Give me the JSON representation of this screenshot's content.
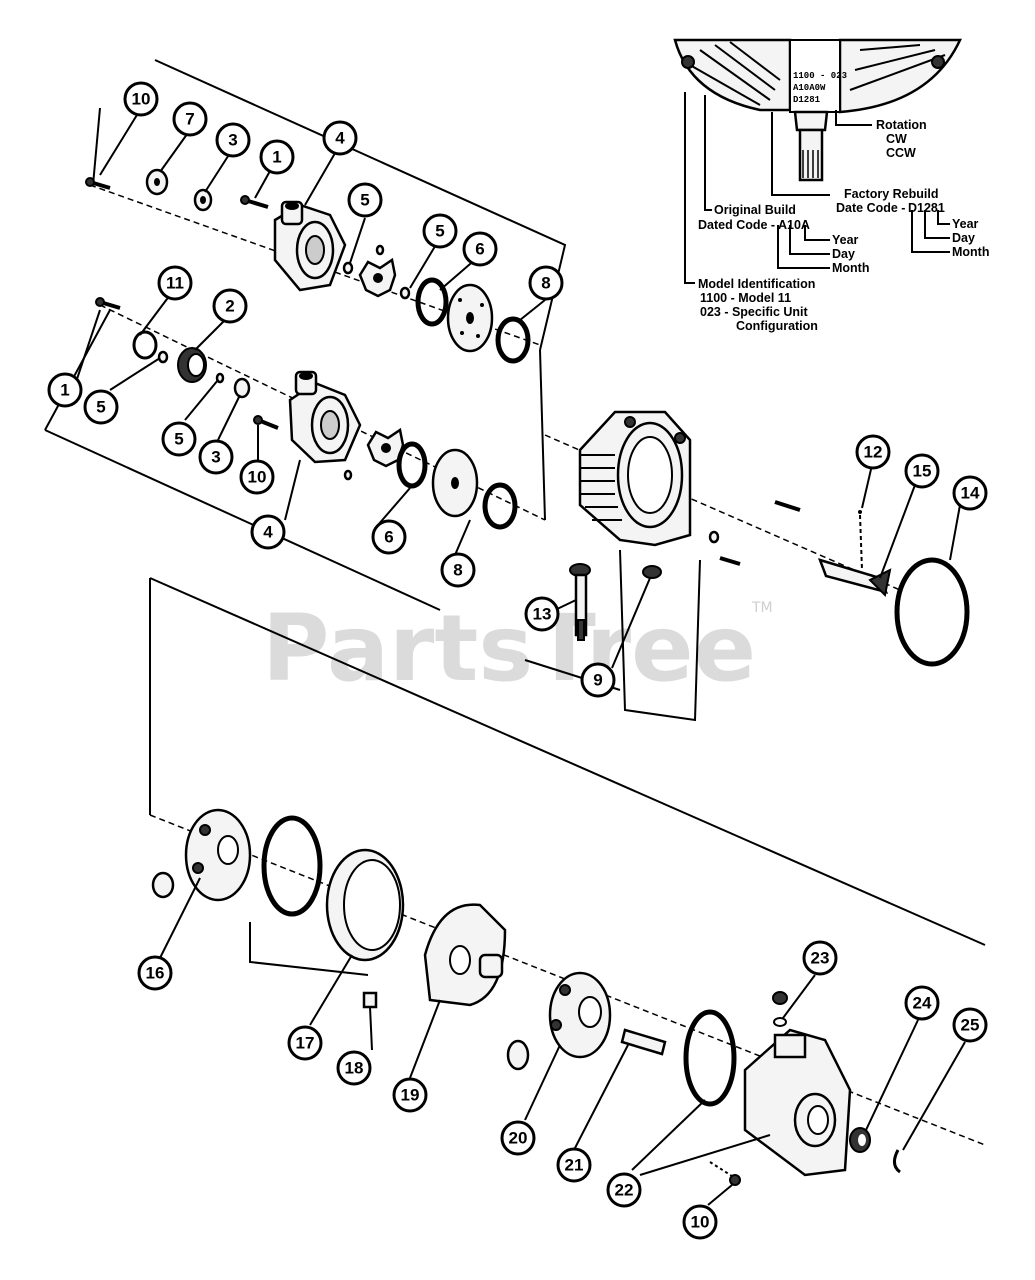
{
  "watermark": {
    "text": "PartsTree",
    "trademark": "TM"
  },
  "label_plate": {
    "lines": [
      "1100 - 023",
      "A10A0W",
      "D1281"
    ]
  },
  "annotations": {
    "rotation": {
      "title": "Rotation",
      "cw": "CW",
      "ccw": "CCW"
    },
    "factory_rebuild": {
      "title": "Factory Rebuild",
      "code_prefix": "Date Code - ",
      "code": "D1281",
      "year": "Year",
      "day": "Day",
      "month": "Month"
    },
    "original_build": {
      "title": "Original Build",
      "code_prefix": "Dated Code - ",
      "code": "A10A",
      "year": "Year",
      "day": "Day",
      "month": "Month"
    },
    "model_id": {
      "title": "Model Identification",
      "line1": "1100 - Model 11",
      "line2": "023 - Specific Unit",
      "line3": "Configuration"
    }
  },
  "callouts": [
    {
      "id": "c1",
      "number": "10"
    },
    {
      "id": "c2",
      "number": "7"
    },
    {
      "id": "c3",
      "number": "3"
    },
    {
      "id": "c4",
      "number": "1"
    },
    {
      "id": "c5",
      "number": "4"
    },
    {
      "id": "c6",
      "number": "5"
    },
    {
      "id": "c7",
      "number": "5"
    },
    {
      "id": "c8",
      "number": "6"
    },
    {
      "id": "c9",
      "number": "8"
    },
    {
      "id": "c10",
      "number": "11"
    },
    {
      "id": "c11",
      "number": "2"
    },
    {
      "id": "c12",
      "number": "1"
    },
    {
      "id": "c13",
      "number": "5"
    },
    {
      "id": "c14",
      "number": "5"
    },
    {
      "id": "c15",
      "number": "3"
    },
    {
      "id": "c16",
      "number": "10"
    },
    {
      "id": "c17",
      "number": "4"
    },
    {
      "id": "c18",
      "number": "6"
    },
    {
      "id": "c19",
      "number": "8"
    },
    {
      "id": "c20",
      "number": "12"
    },
    {
      "id": "c21",
      "number": "15"
    },
    {
      "id": "c22",
      "number": "14"
    },
    {
      "id": "c23",
      "number": "13"
    },
    {
      "id": "c24",
      "number": "9"
    },
    {
      "id": "c25",
      "number": "16"
    },
    {
      "id": "c26",
      "number": "17"
    },
    {
      "id": "c27",
      "number": "18"
    },
    {
      "id": "c28",
      "number": "19"
    },
    {
      "id": "c29",
      "number": "20"
    },
    {
      "id": "c30",
      "number": "21"
    },
    {
      "id": "c31",
      "number": "22"
    },
    {
      "id": "c32",
      "number": "23"
    },
    {
      "id": "c33",
      "number": "24"
    },
    {
      "id": "c34",
      "number": "25"
    },
    {
      "id": "c35",
      "number": "10"
    }
  ]
}
